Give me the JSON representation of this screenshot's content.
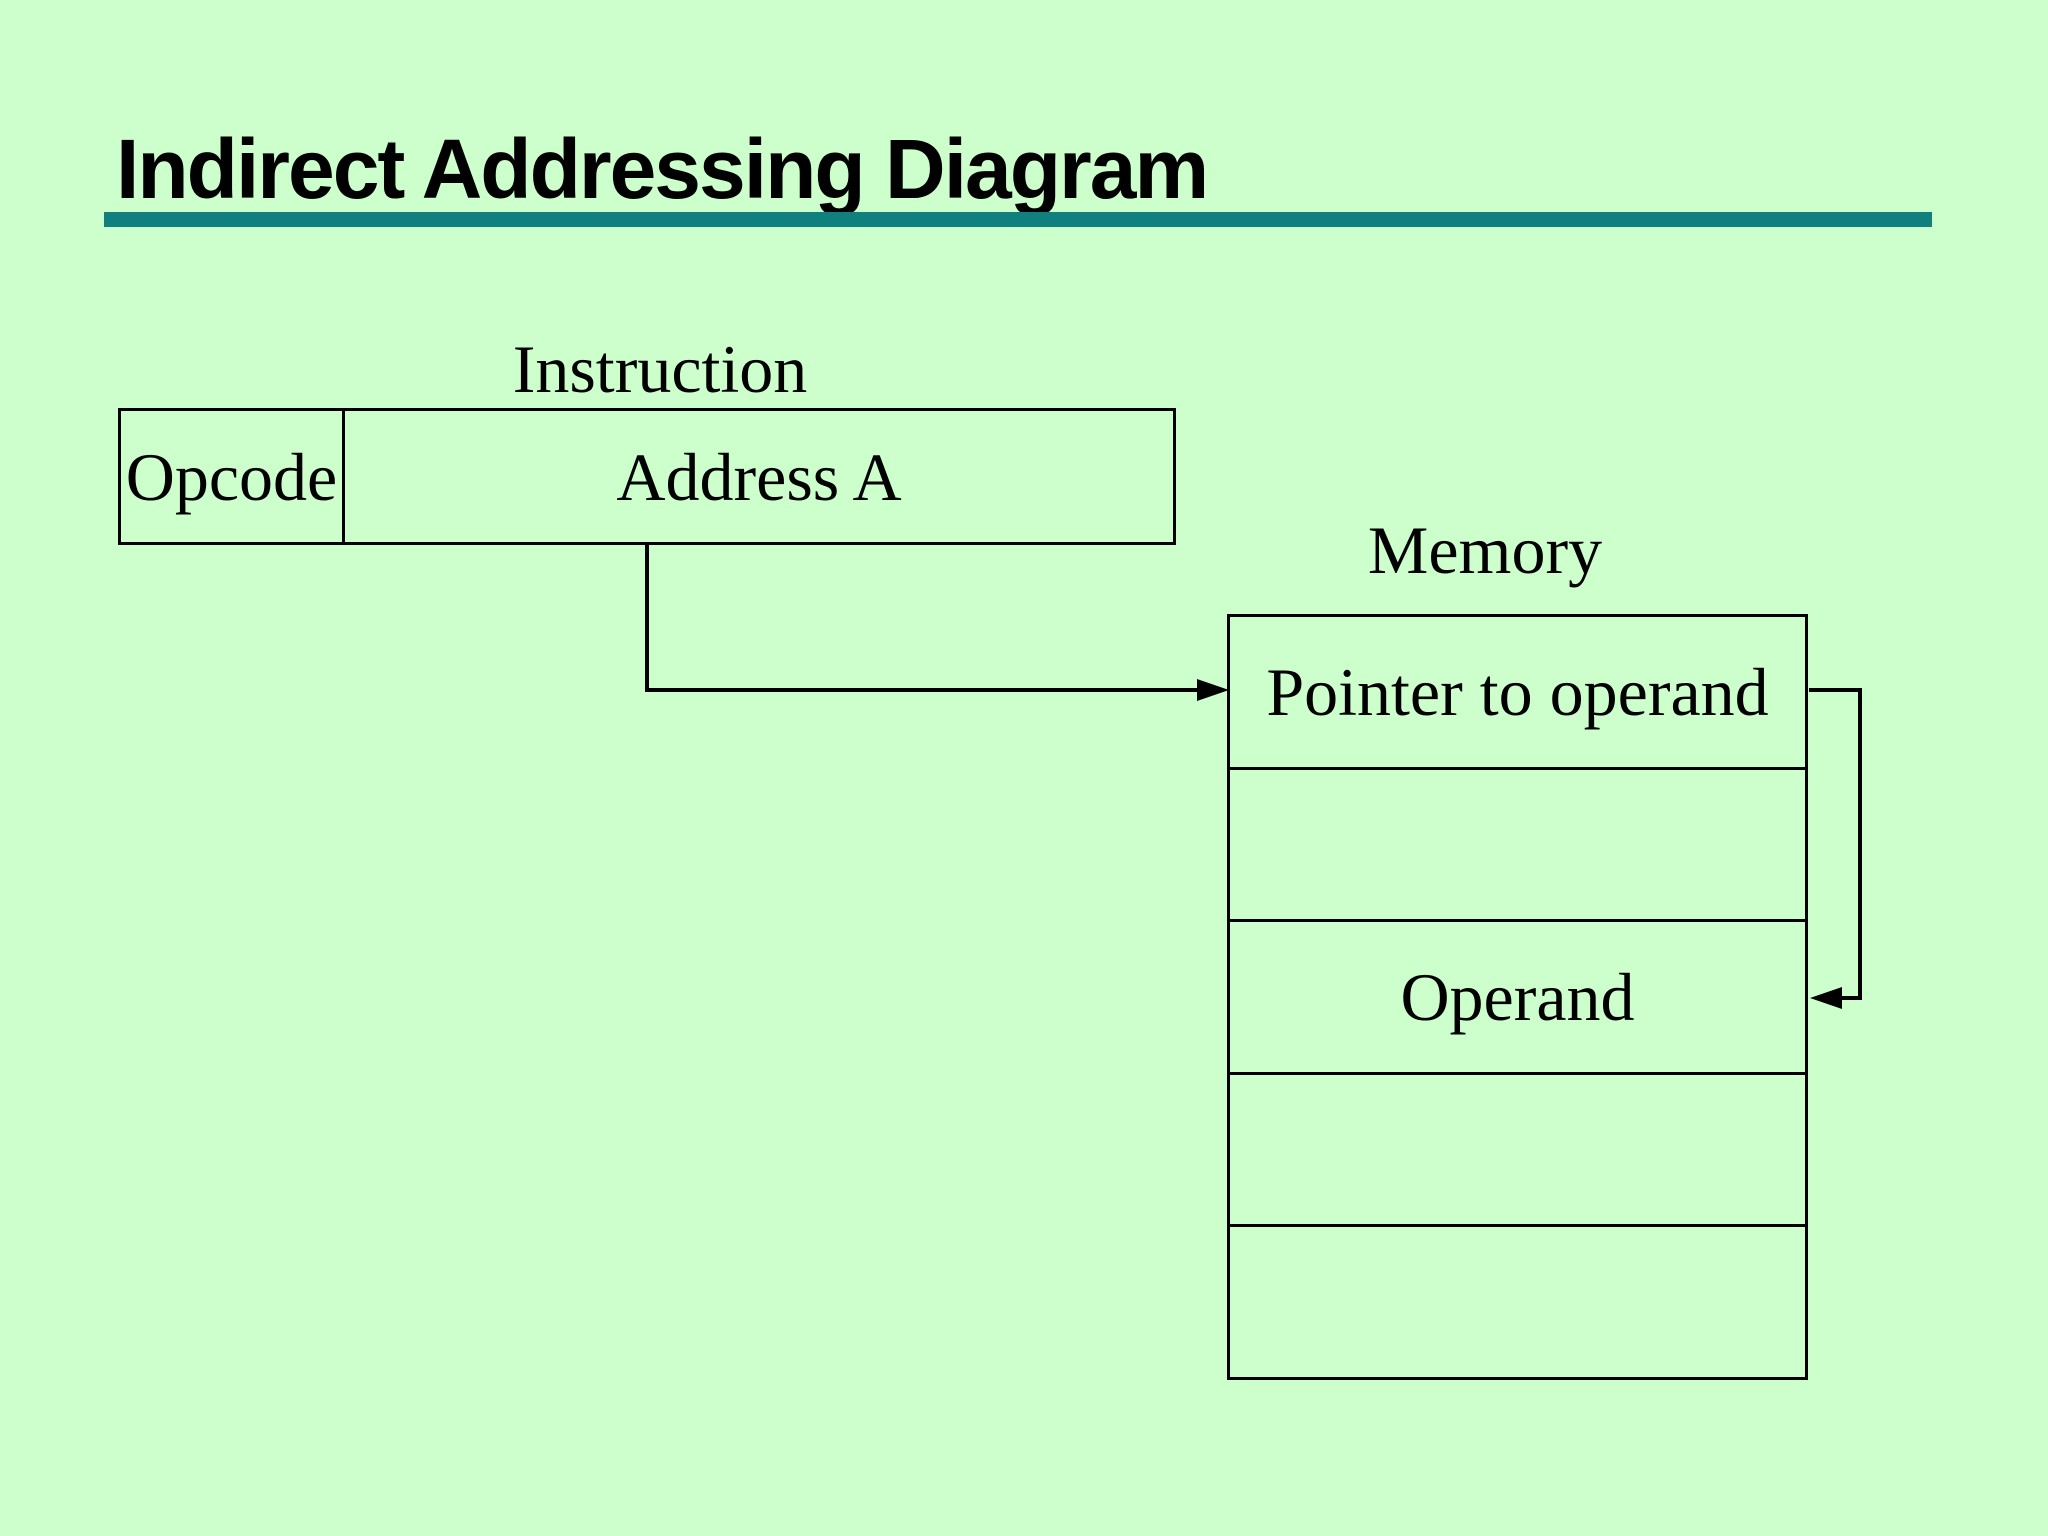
{
  "slide": {
    "title": "Indirect Addressing Diagram",
    "background_color": "#ccffcc",
    "accent_bar_color": "#0f807d",
    "line_color": "#000000"
  },
  "instruction": {
    "label": "Instruction",
    "fields": [
      {
        "label": "Opcode"
      },
      {
        "label": "Address A"
      }
    ]
  },
  "memory": {
    "label": "Memory",
    "rows": [
      {
        "label": "Pointer to operand"
      },
      {
        "label": ""
      },
      {
        "label": "Operand"
      },
      {
        "label": ""
      },
      {
        "label": ""
      }
    ]
  }
}
